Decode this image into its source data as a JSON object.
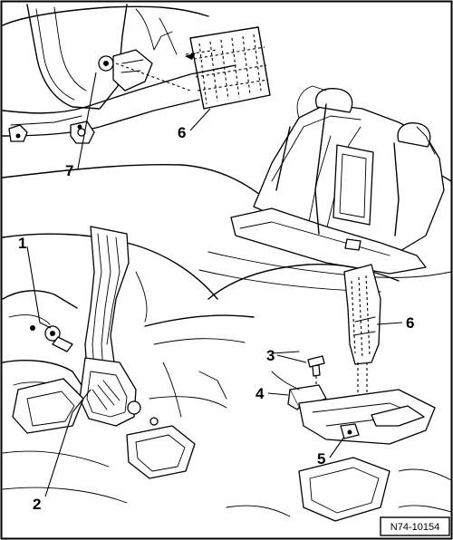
{
  "diagram": {
    "reference_code": "N74-10154",
    "callouts": {
      "c1": "1",
      "c2": "2",
      "c3": "3",
      "c4": "4",
      "c5": "5",
      "c6_top": "6",
      "c6_bottom": "6",
      "c7": "7"
    },
    "icons": {
      "outer_frame": "frame-border",
      "detail_top_left": "seat-backrest-mounting-detail",
      "seat_overview": "rear-seat-bench-illustration",
      "belt_retractor_view": "seat-belt-retractor-illustration",
      "buckle_detail": "belt-buckle-mounting-detail"
    }
  }
}
